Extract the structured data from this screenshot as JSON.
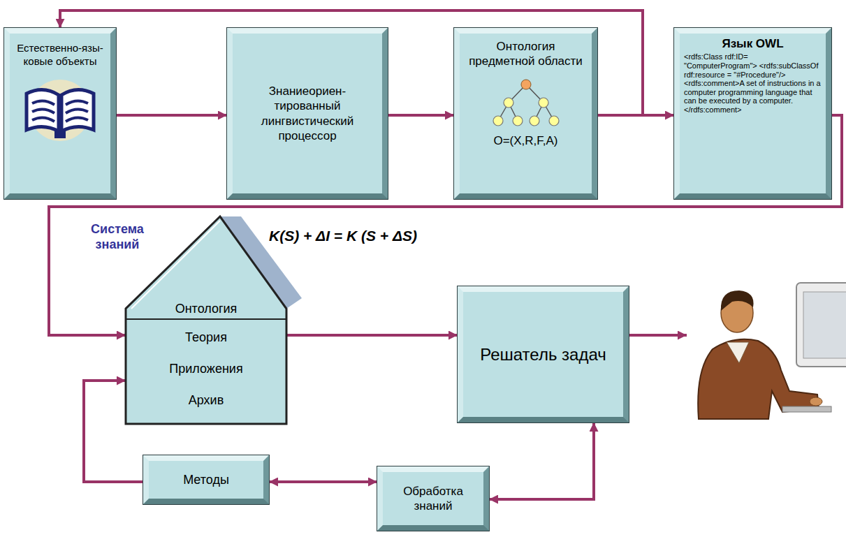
{
  "diagram": {
    "nodes": [
      {
        "text": [
          "Естественно-язы- ковые объекты"
        ]
      },
      {
        "text": [
          "Знаниеориен- тированный лингвистический процессор"
        ]
      },
      {
        "text": [
          "Онтология предметной области",
          "O=(X,R,F,A)"
        ]
      },
      {
        "text": [
          "Язык OWL",
          "<rdfs:Class rdf:ID= \"ComputerProgram\"> <rdfs:subClassOf rdf:resource = \"#Procedure\"/> <rdfs:comment>A set of instructions in a computer programming language that can be executed by a computer. </rdfs:comment>"
        ]
      },
      {
        "text": [
          "Система знаний",
          "Онтология"
        ]
      },
      {
        "text": [
          "Теория"
        ],
        "in": 4
      },
      {
        "text": [
          "Приложения"
        ],
        "in": 4
      },
      {
        "text": [
          "Архив"
        ],
        "in": 4
      },
      {
        "text": [
          "Решатель задач"
        ]
      },
      {
        "text": [
          "Методы"
        ]
      },
      {
        "text": [
          "Обработка знаний"
        ]
      }
    ],
    "edges": [
      {
        "from": 0,
        "to": 1,
        "arrow": "to"
      },
      {
        "from": 1,
        "to": 2,
        "arrow": "to"
      },
      {
        "from": 2,
        "to": 3,
        "arrow": "to"
      },
      {
        "from": 2,
        "to": 0,
        "arrow": "to"
      },
      {
        "from": 3,
        "to": 4,
        "arrow": "to"
      },
      {
        "from": 4,
        "to": 8,
        "arrow": "to"
      },
      {
        "from": 9,
        "to": 4,
        "arrow": "to"
      },
      {
        "from": 9,
        "to": 10,
        "arrow": "both"
      },
      {
        "from": 10,
        "to": 8,
        "arrow": "both"
      }
    ],
    "labels": [
      "K(S) + ΔI = K (S + ΔS)"
    ]
  }
}
